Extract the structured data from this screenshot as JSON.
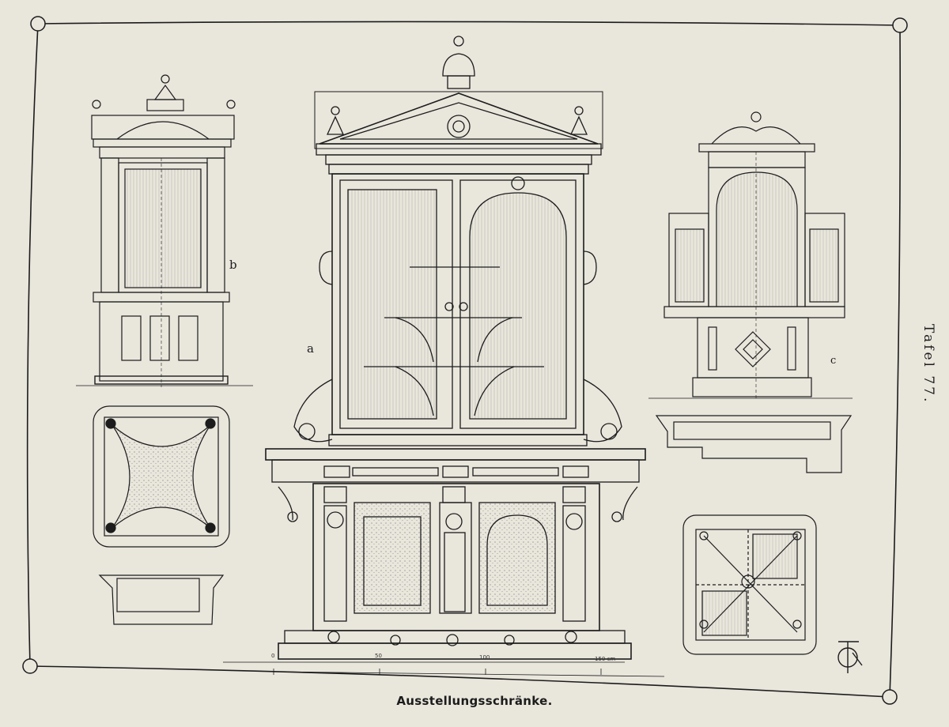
{
  "plate": {
    "caption": "Ausstellungsschränke.",
    "plate_number": "Tafel 77.",
    "figure_labels": {
      "a": "a",
      "b": "b",
      "c": "c"
    },
    "scale_labels": [
      "0",
      "50",
      "100",
      "150 cm"
    ]
  },
  "icons": {
    "corner": "circle-corner-icon",
    "monogram": "monogram-icon"
  },
  "colors": {
    "paper": "#e9e6dc",
    "ink": "#1c1c1c"
  }
}
